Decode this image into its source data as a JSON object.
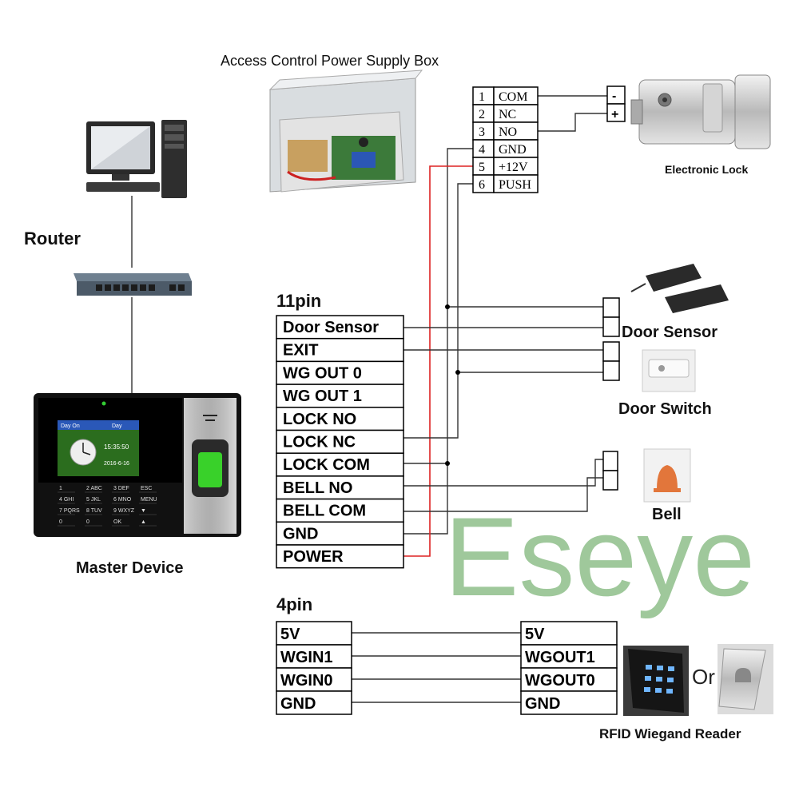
{
  "labels": {
    "power_box": "Access Control Power Supply Box",
    "router": "Router",
    "master_device": "Master Device",
    "electronic_lock": "Electronic Lock",
    "door_sensor": "Door Sensor",
    "door_switch": "Door Switch",
    "bell": "Bell",
    "rfid_reader": "RFID Wiegand Reader",
    "or": "Or",
    "watermark": "Eseye"
  },
  "power_terminals": [
    {
      "num": "1",
      "name": "COM"
    },
    {
      "num": "2",
      "name": "NC"
    },
    {
      "num": "3",
      "name": "NO"
    },
    {
      "num": "4",
      "name": "GND"
    },
    {
      "num": "5",
      "name": "+12V"
    },
    {
      "num": "6",
      "name": "PUSH"
    }
  ],
  "lock_terminals": [
    "-",
    "+"
  ],
  "pin11": {
    "title": "11pin",
    "rows": [
      "Door Sensor",
      "EXIT",
      "WG OUT 0",
      "WG OUT 1",
      "LOCK NO",
      "LOCK NC",
      "LOCK COM",
      "BELL NO",
      "BELL COM",
      "GND",
      "POWER"
    ]
  },
  "pin4": {
    "title": "4pin",
    "left": [
      "5V",
      "WGIN1",
      "WGIN0",
      "GND"
    ],
    "right": [
      "5V",
      "WGOUT1",
      "WGOUT0",
      "GND"
    ]
  },
  "device_screen": {
    "header_left": "Day On",
    "header_right": "Day",
    "time": "15:35:50",
    "date": "2016-6-16"
  },
  "keypad": [
    "1",
    "2 ABC",
    "3 DEF",
    "ESC",
    "4 GHI",
    "5 JKL",
    "6 MNO",
    "MENU",
    "7 PQRS",
    "8 TUV",
    "9 WXYZ",
    "▼",
    "0",
    "0",
    "OK",
    "▲"
  ],
  "colors": {
    "wire": "#333333",
    "power_wire": "#dd2222",
    "watermark": "#8fbf8a"
  }
}
